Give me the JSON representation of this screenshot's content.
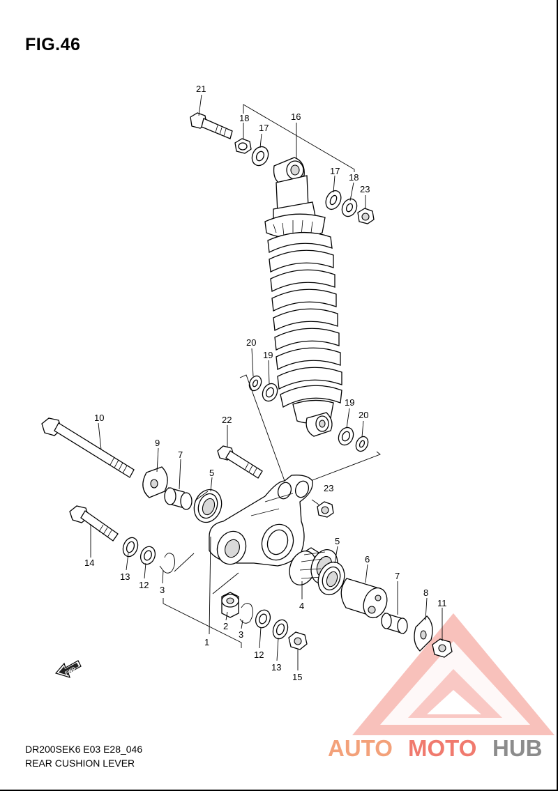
{
  "figure": {
    "title": "FIG.46"
  },
  "footer": {
    "model_code": "DR200SEK6 E03 E28_046",
    "section_name": "REAR CUSHION LEVER"
  },
  "fwd_label": "FWD",
  "watermark": {
    "part1": "AUTO",
    "part2": "MOTO",
    "part3": "HUB",
    "color_main": "#f07a6e",
    "color_hub": "#8c8c8c"
  },
  "callouts": {
    "c21": "21",
    "c18a": "18",
    "c17a": "17",
    "c16": "16",
    "c17b": "17",
    "c18b": "18",
    "c23a": "23",
    "c20a": "20",
    "c19a": "19",
    "c19b": "19",
    "c20b": "20",
    "c10": "10",
    "c9": "9",
    "c7a": "7",
    "c5a": "5",
    "c22": "22",
    "c23b": "23",
    "c14": "14",
    "c13a": "13",
    "c12a": "12",
    "c3a": "3",
    "c1": "1",
    "c2": "2",
    "c3b": "3",
    "c12b": "12",
    "c13b": "13",
    "c15": "15",
    "c4": "4",
    "c5b": "5",
    "c6": "6",
    "c7b": "7",
    "c8": "8",
    "c11": "11"
  }
}
